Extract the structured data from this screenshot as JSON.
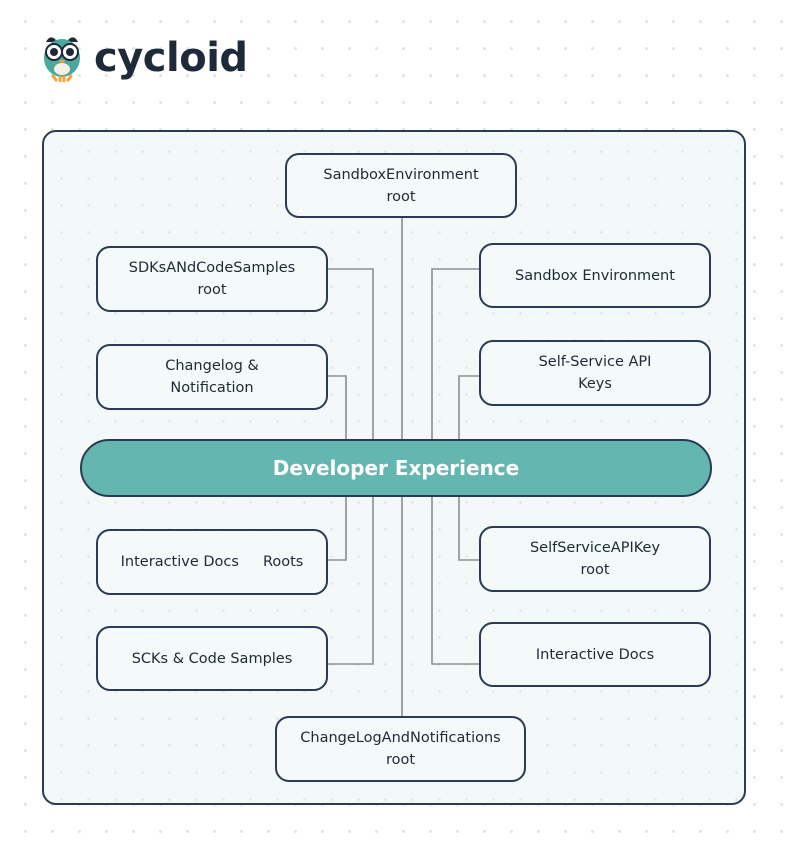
{
  "brand": {
    "name": "cycloid",
    "logo_icon": "owl-logo-icon"
  },
  "diagram": {
    "center": "Developer Experience",
    "nodes": {
      "top": {
        "line1": "SandboxEnvironment",
        "line2": "root"
      },
      "left1": {
        "line1": "SDKsANdCodeSamples",
        "line2": "root"
      },
      "left2": {
        "line1": "Changelog &",
        "line2": "Notification"
      },
      "left3": {
        "part1": "Interactive Docs",
        "part2": "Roots"
      },
      "left4": {
        "line1": "SCKs & Code Samples"
      },
      "right1": {
        "line1": "Sandbox Environment"
      },
      "right2": {
        "line1": "Self-Service API",
        "line2": "Keys"
      },
      "right3": {
        "line1": "SelfServiceAPIKey",
        "line2": "root"
      },
      "right4": {
        "line1": "Interactive Docs"
      },
      "bottom": {
        "line1": "ChangeLogAndNotifications",
        "line2": "root"
      }
    }
  },
  "colors": {
    "accent": "#64b7b1",
    "border": "#2b3a55",
    "connector": "#8a8f96",
    "text": "#1f2a37"
  }
}
